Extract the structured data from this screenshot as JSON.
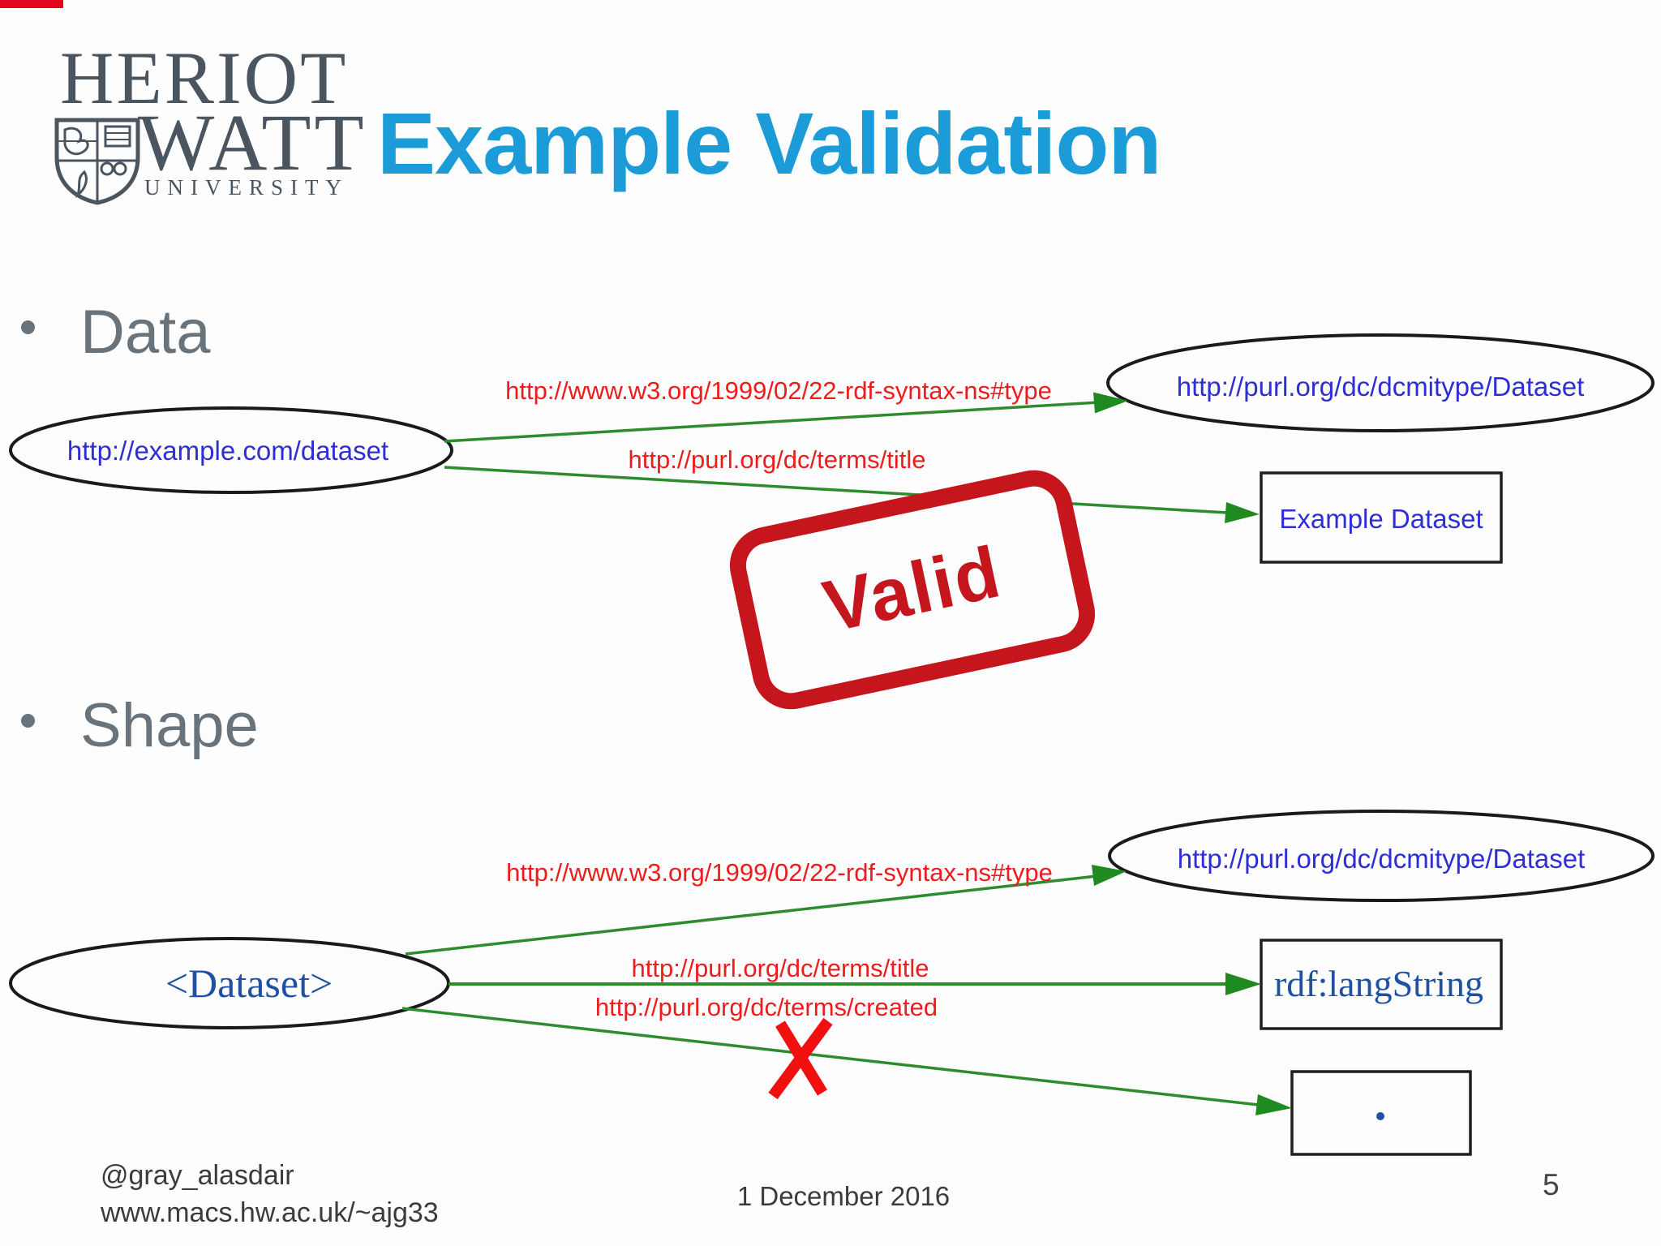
{
  "slide": {
    "logo": {
      "line1": "HERIOT",
      "line2": "WATT",
      "line3": "UNIVERSITY"
    },
    "title": "Example Validation",
    "bullets": [
      {
        "label": "Data"
      },
      {
        "label": "Shape"
      }
    ],
    "stamp": {
      "label": "Valid"
    },
    "footer": {
      "handle": "@gray_alasdair",
      "website": "www.macs.hw.ac.uk/~ajg33",
      "date": "1 December 2016",
      "page_number": "5"
    }
  },
  "data_graph": {
    "subject": "http://example.com/dataset",
    "edges": [
      {
        "predicate": "http://www.w3.org/1999/02/22-rdf-syntax-ns#type",
        "object": "http://purl.org/dc/dcmitype/Dataset",
        "object_shape": "ellipse"
      },
      {
        "predicate": "http://purl.org/dc/terms/title",
        "object": "Example Dataset",
        "object_shape": "box"
      }
    ],
    "result": "Valid"
  },
  "shape_graph": {
    "subject": "<Dataset>",
    "edges": [
      {
        "predicate": "http://www.w3.org/1999/02/22-rdf-syntax-ns#type",
        "object": "http://purl.org/dc/dcmitype/Dataset",
        "object_shape": "ellipse",
        "violation": false
      },
      {
        "predicate": "http://purl.org/dc/terms/title",
        "object": "rdf:langString",
        "object_shape": "box",
        "violation": false
      },
      {
        "predicate": "http://purl.org/dc/terms/created",
        "object": ".",
        "object_shape": "box",
        "violation": true
      }
    ]
  },
  "colors": {
    "title_blue": "#1b9bd8",
    "bullet_gray": "#68737b",
    "node_text_blue": "#2e2ed6",
    "shape_text_navy": "#1e50a3",
    "edge_label_red": "#ee1c1c",
    "arrow_green": "#2e8b2e",
    "stamp_red": "#c5161d",
    "violation_red": "#f01010",
    "logo_slate": "#4a5560",
    "top_strip_red": "#e1051d",
    "background": "#fdfdfd"
  }
}
